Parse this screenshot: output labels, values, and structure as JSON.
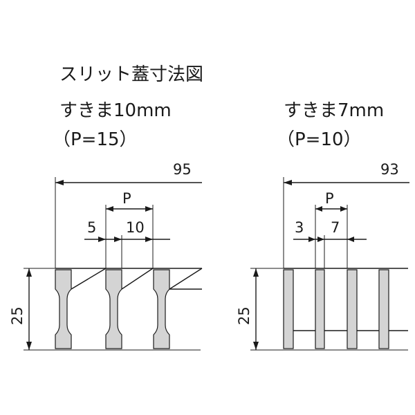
{
  "title": "スリット蓋寸法図",
  "left": {
    "gap_label": "すきま10mm",
    "pitch_label": "（P=15）",
    "width_dim": "95",
    "pitch_dim": "P",
    "bar_dim": "5",
    "gap_dim": "10",
    "height_dim": "25"
  },
  "right": {
    "gap_label": "すきま7mm",
    "pitch_label": "（P=10）",
    "width_dim": "93",
    "pitch_dim": "P",
    "bar_dim": "3",
    "gap_dim": "7",
    "height_dim": "25"
  },
  "colors": {
    "bar_fill": "#d4d4d4",
    "line": "#1a1a1a"
  }
}
